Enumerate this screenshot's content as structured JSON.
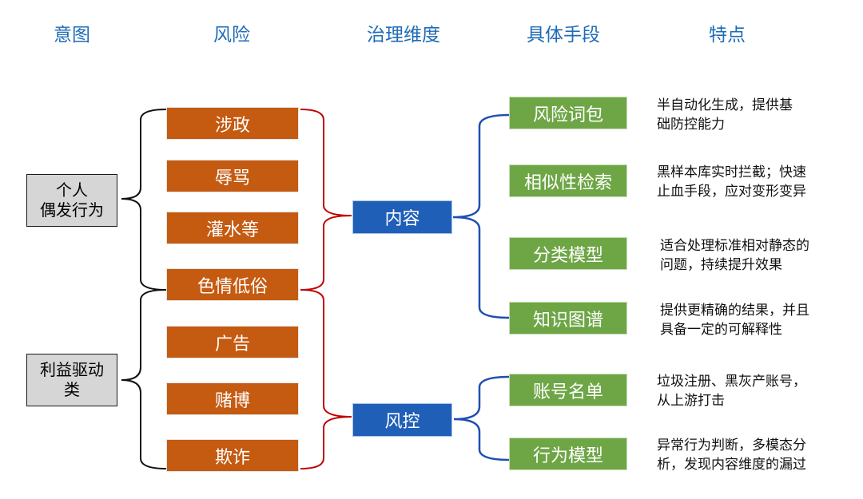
{
  "headers": {
    "intent": "意图",
    "risk": "风险",
    "dimension": "治理维度",
    "method": "具体手段",
    "feature": "特点"
  },
  "intents": [
    {
      "line1": "个人",
      "line2": "偶发行为"
    },
    {
      "line1": "利益驱动",
      "line2": "类"
    }
  ],
  "risks": [
    "涉政",
    "辱骂",
    "灌水等",
    "色情低俗",
    "广告",
    "赌博",
    "欺诈"
  ],
  "dimensions": [
    "内容",
    "风控"
  ],
  "methods": [
    "风险词包",
    "相似性检索",
    "分类模型",
    "知识图谱",
    "账号名单",
    "行为模型"
  ],
  "features": [
    {
      "line1": "半自动化生成，提供基",
      "line2": "础防控能力"
    },
    {
      "line1": "黑样本库实时拦截；快速",
      "line2": "止血手段，应对变形变异"
    },
    {
      "line1": "适合处理标准相对静态的",
      "line2": "问题，持续提升效果"
    },
    {
      "line1": "提供更精确的结果，并且",
      "line2": "具备一定的可解释性"
    },
    {
      "line1": "垃圾注册、黑灰产账号，",
      "line2": "从上游打击"
    },
    {
      "line1": "异常行为判断，多模态分",
      "line2": "析，发现内容维度的漏过"
    }
  ],
  "colors": {
    "header_text": "#1f6bb5",
    "risk_fill": "#c55a11",
    "dimension_fill": "#1f5fb7",
    "method_fill": "#6ea646",
    "intent_fill": "#d6d6d6",
    "risk_bracket": "#c00000",
    "dimension_bracket": "#1f4fb0",
    "intent_bracket": "#111111"
  }
}
